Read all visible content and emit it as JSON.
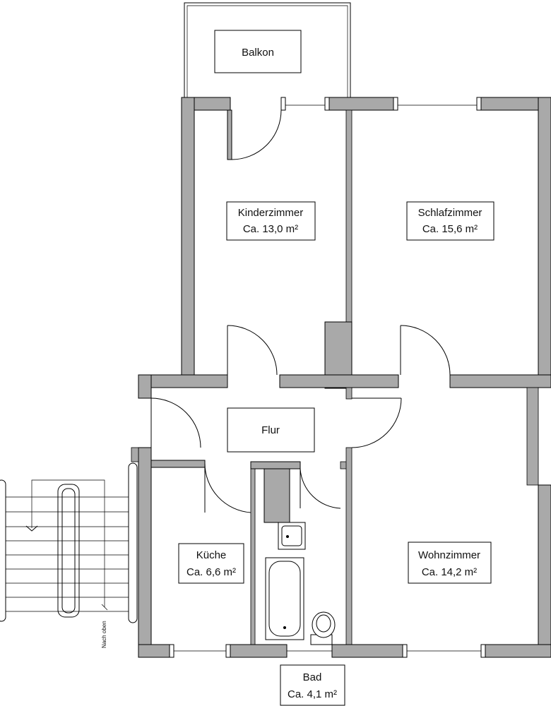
{
  "rooms": {
    "balkon": {
      "name": "Balkon"
    },
    "kinderzimmer": {
      "name": "Kinderzimmer",
      "area": "Ca. 13,0 m²"
    },
    "schlafzimmer": {
      "name": "Schlafzimmer",
      "area": "Ca. 15,6 m²"
    },
    "flur": {
      "name": "Flur"
    },
    "kueche": {
      "name": "Küche",
      "area": "Ca. 6,6 m²"
    },
    "wohnzimmer": {
      "name": "Wohnzimmer",
      "area": "Ca. 14,2 m²"
    },
    "bad": {
      "name": "Bad",
      "area": "Ca. 4,1 m²"
    }
  },
  "stairs": {
    "label": "Nach oben"
  },
  "colors": {
    "wall": "#a9a9a9",
    "line": "#000000",
    "background": "#ffffff"
  }
}
